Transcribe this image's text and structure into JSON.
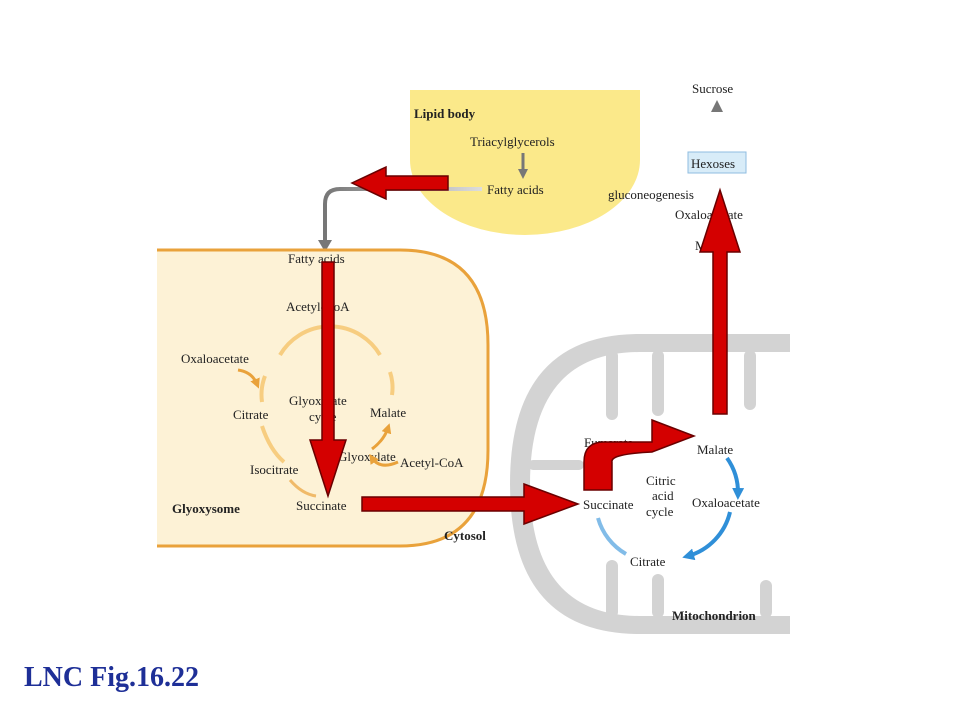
{
  "caption": "LNC Fig.16.22",
  "lipid_body": {
    "title": "Lipid body",
    "triacylglycerols": "Triacylglycerols",
    "fatty_acids": "Fatty acids"
  },
  "cytosol_top": {
    "sucrose": "Sucrose",
    "hexoses": "Hexoses",
    "gluconeogenesis": "gluconeogenesis",
    "oxaloacetate": "Oxaloacetate",
    "malate": "Malate"
  },
  "glyoxysome": {
    "title": "Glyoxysome",
    "fatty_acids": "Fatty acids",
    "acetyl_coa": "Acetyl-CoA",
    "oxaloacetate": "Oxaloacetate",
    "citrate": "Citrate",
    "cycle_line1": "Glyoxylate",
    "cycle_line2": "cycle",
    "malate": "Malate",
    "isocitrate": "Isocitrate",
    "glyoxylate": "Glyoxylate",
    "acetyl_coa_2": "Acetyl-CoA",
    "succinate": "Succinate"
  },
  "cytosol_label": "Cytosol",
  "mitochondrion": {
    "title": "Mitochondrion",
    "fumarate": "Fumarate",
    "malate": "Malate",
    "cycle_line1": "Citric",
    "cycle_line2": "acid",
    "cycle_line3": "cycle",
    "succinate": "Succinate",
    "oxaloacetate": "Oxaloacetate",
    "citrate": "Citrate"
  },
  "colors": {
    "lipid_body_fill": "#fbe98a",
    "glyoxysome_fill": "#fdf2d6",
    "glyoxysome_border": "#e9a23b",
    "mito_outer": "#d3d3d3",
    "mito_inner": "#ffffff",
    "glyox_cycle": "#f5c36a",
    "citric_cycle": "#2f8fd8",
    "red_arrow": "#d40000",
    "caption": "#1e2f97",
    "hexoses_box": "#d8ecf8"
  }
}
